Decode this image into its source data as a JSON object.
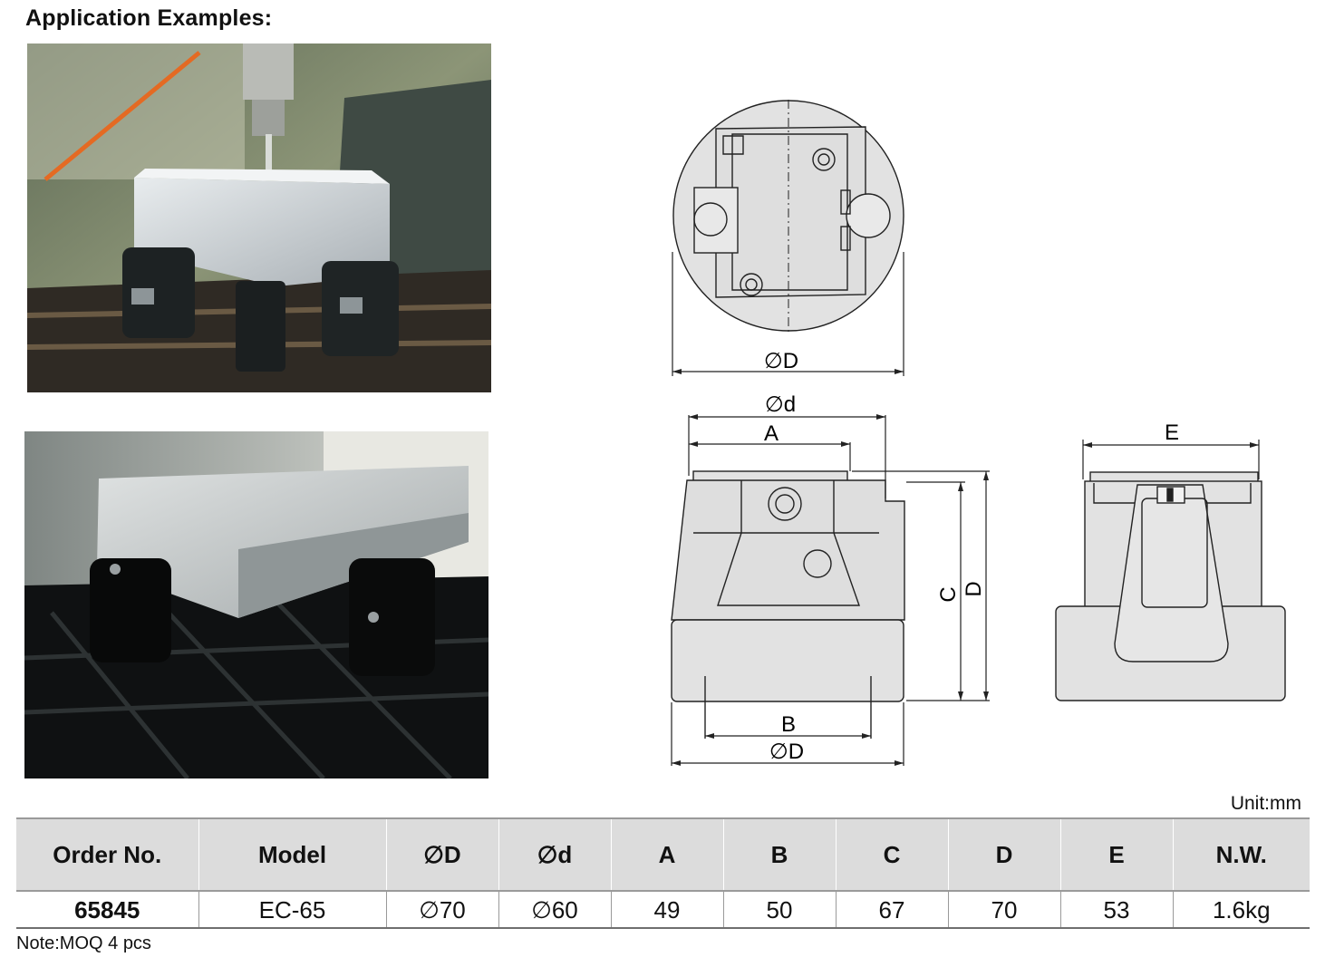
{
  "heading": "Application Examples:",
  "drawings": {
    "top_view": {
      "dim_label": "∅D"
    },
    "front_view": {
      "dim_d_small": "∅d",
      "dim_a": "A",
      "dim_b": "B",
      "dim_D_bottom": "∅D",
      "dim_c": "C",
      "dim_D": "D"
    },
    "side_view": {
      "dim_e": "E"
    }
  },
  "unit": "Unit:mm",
  "table": {
    "headers": [
      "Order No.",
      "Model",
      "∅D",
      "∅d",
      "A",
      "B",
      "C",
      "D",
      "E",
      "N.W."
    ],
    "row": [
      "65845",
      "EC-65",
      "∅70",
      "∅60",
      "49",
      "50",
      "67",
      "70",
      "53",
      "1.6kg"
    ]
  },
  "note": "Note:MOQ 4 pcs",
  "colors": {
    "header_bg": "#dcdcdc",
    "drawing_fill": "#e2e2e2",
    "line": "#222222"
  }
}
